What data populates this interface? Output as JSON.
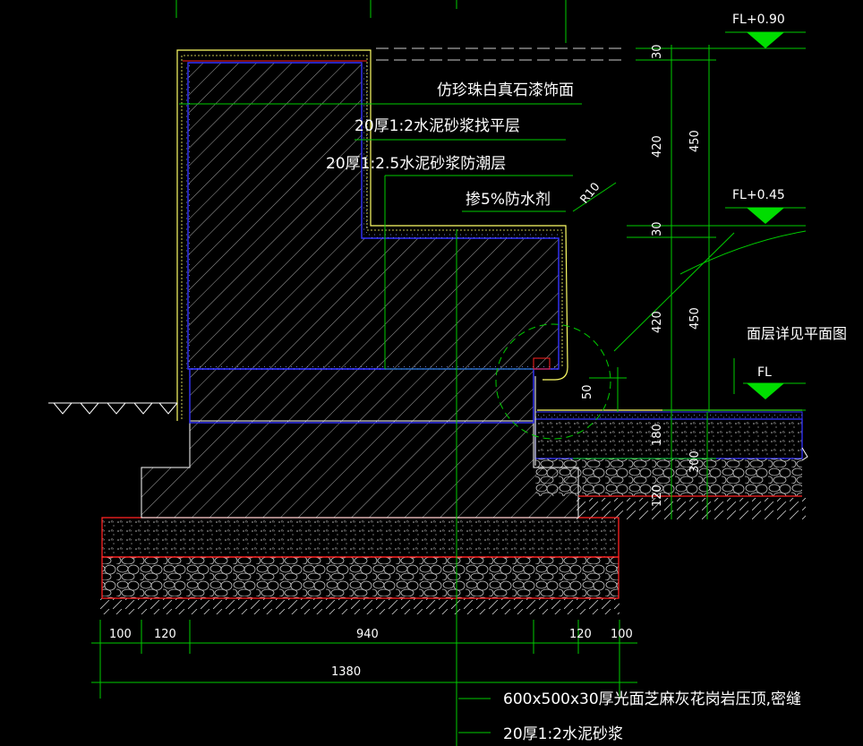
{
  "colors": {
    "background": "#000000",
    "hatch": "#ffffff",
    "finish_line": "#ffff66",
    "mortar_line": "#3333ff",
    "dimension_line": "#00cc00",
    "base_outline": "#ff2222",
    "level_marker": "#00dd00",
    "text": "#ffffff"
  },
  "levels": {
    "top": "FL+0.90",
    "mid": "FL+0.45",
    "floor": "FL"
  },
  "notes": {
    "finish": "仿珍珠白真石漆饰面",
    "leveling": "20厚1:2水泥砂浆找平层",
    "damp": "20厚1:2.5水泥砂浆防潮层",
    "waterproof": "掺5%防水剂",
    "floor_ref": "面层详见平面图",
    "coping": "600x500x30厚光面芝麻灰花岗岩压顶,密缝",
    "coping_mortar": "20厚1:2水泥砂浆"
  },
  "radius_label": "R10",
  "dims": {
    "right_small_top": "30",
    "right_420_top": "420",
    "right_450_top": "450",
    "right_small_mid": "30",
    "right_420_mid": "420",
    "right_450_mid": "450",
    "gap_50": "50",
    "slab_180": "180",
    "slab_300": "300",
    "slab_120": "120",
    "b_100_left": "100",
    "b_120_left": "120",
    "b_940": "940",
    "b_120_right": "120",
    "b_100_right": "100",
    "b_total": "1380"
  }
}
